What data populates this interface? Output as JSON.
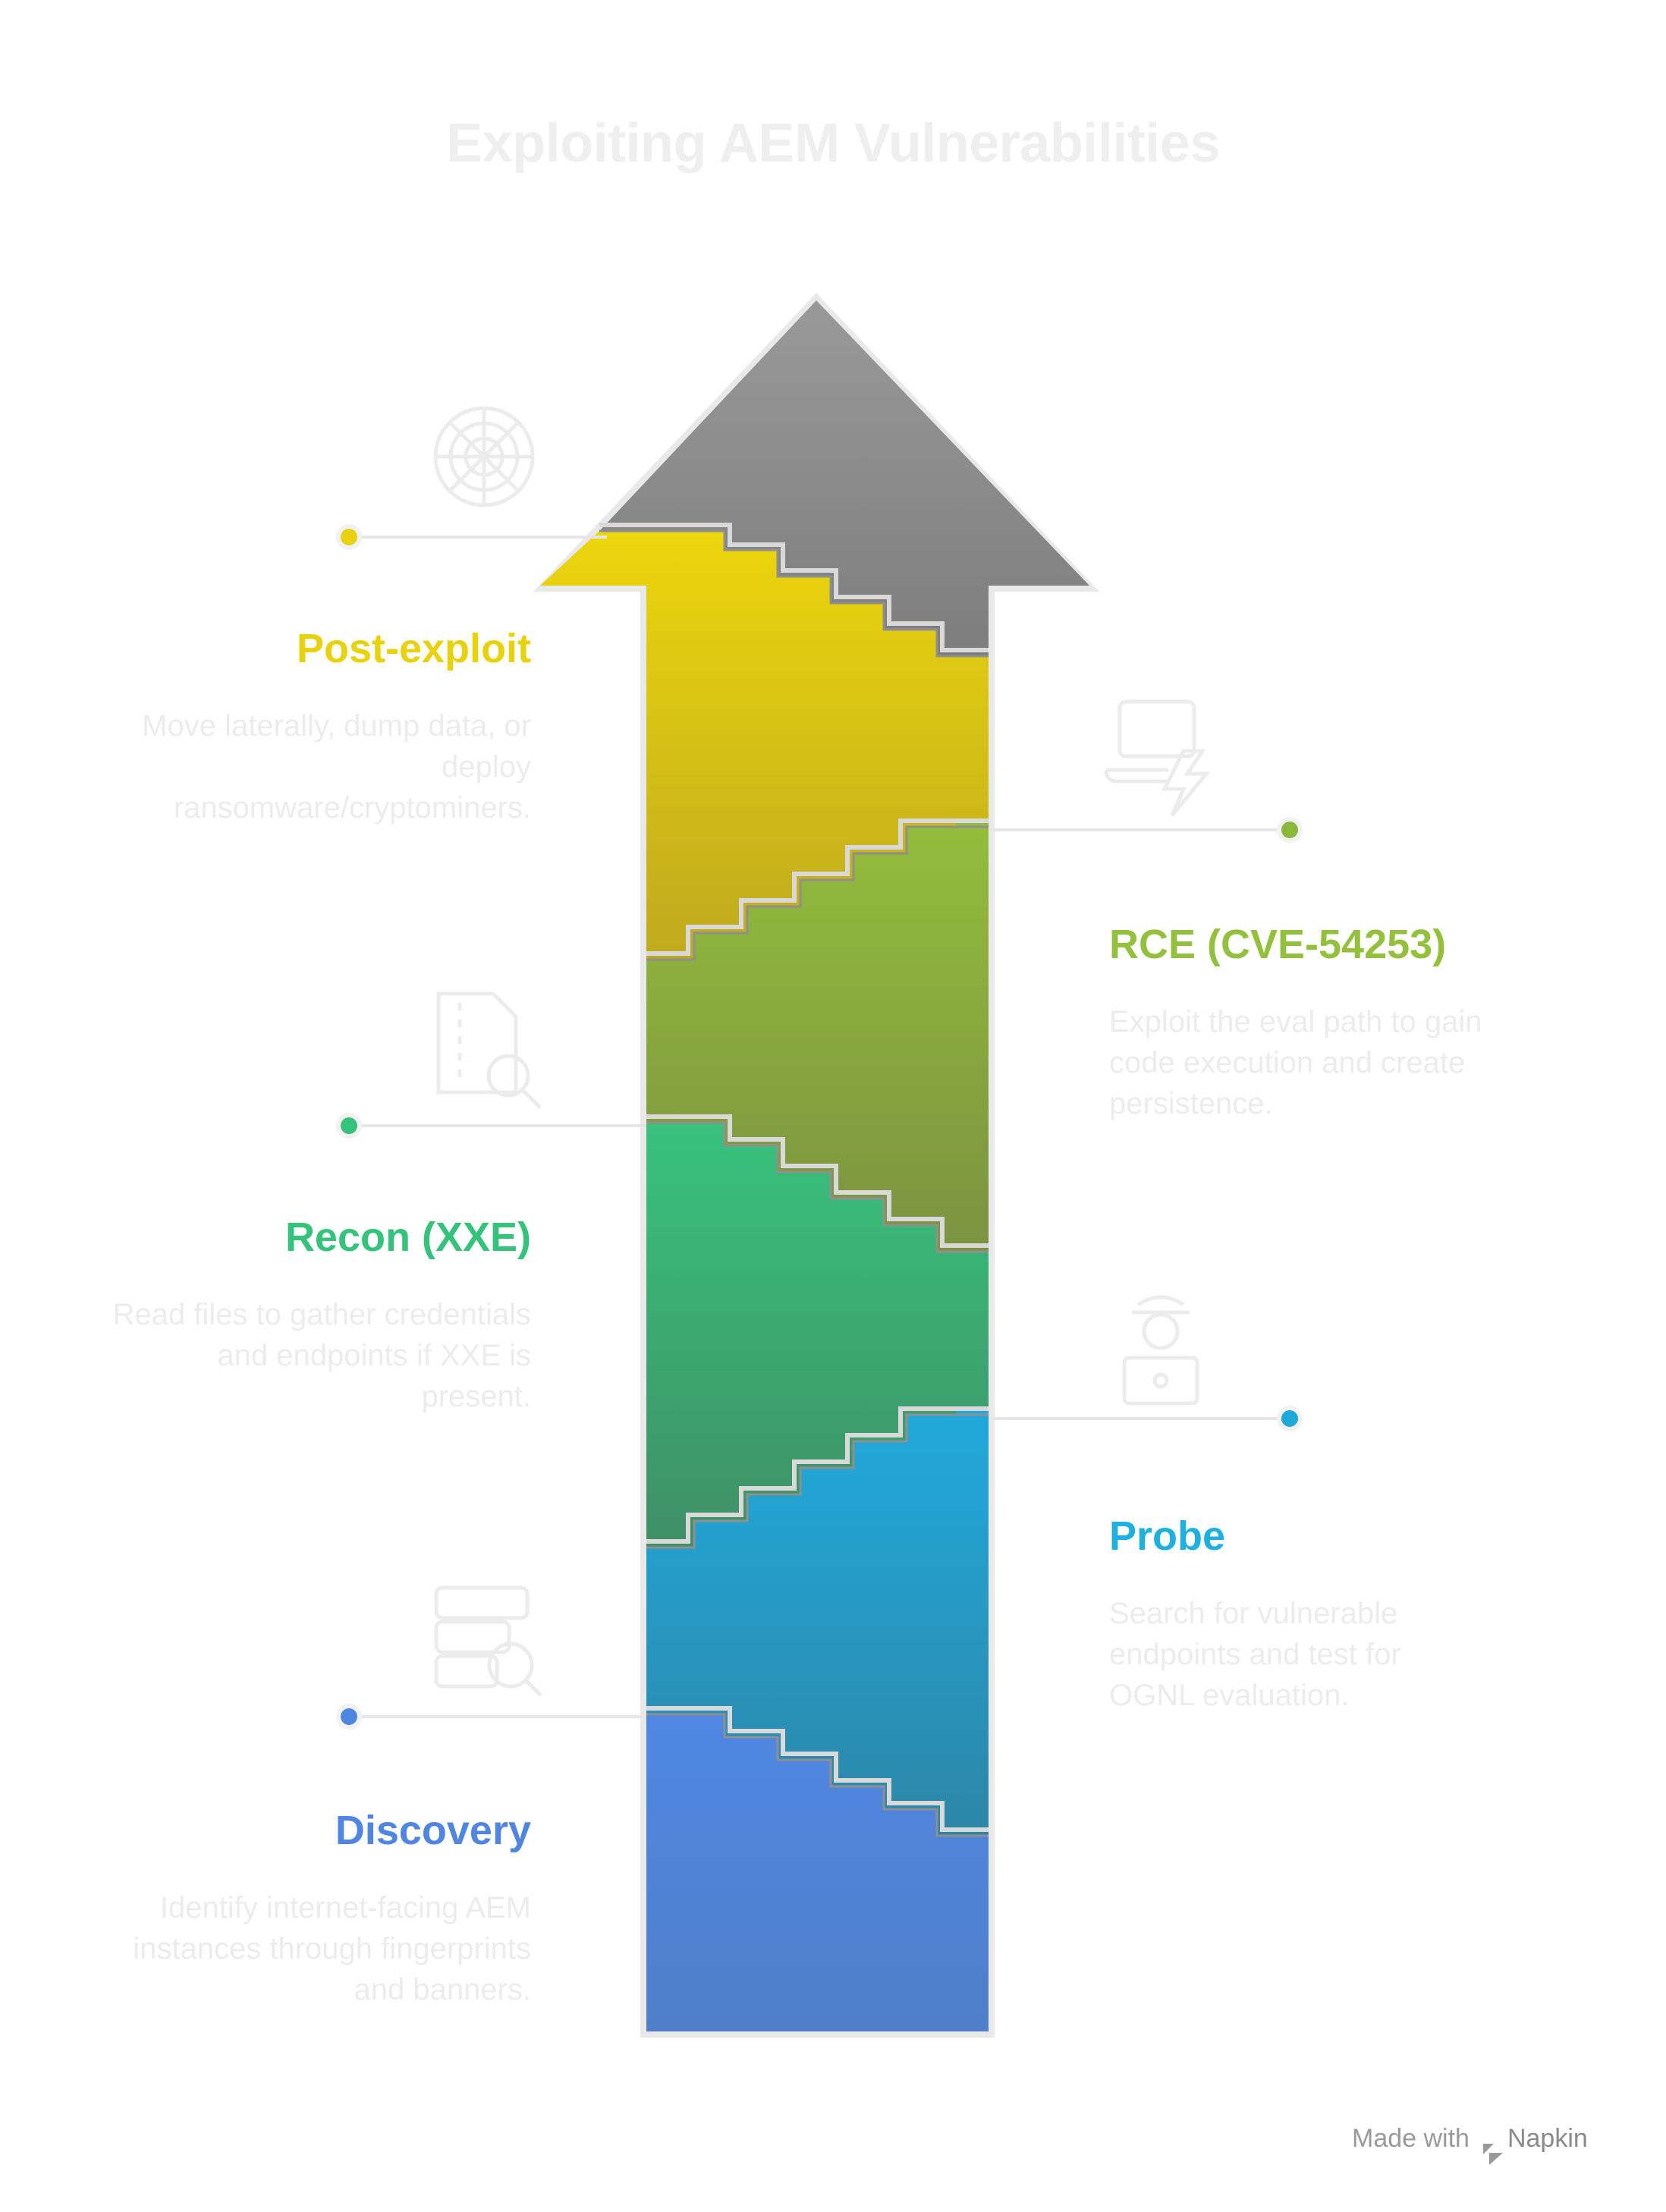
{
  "title": "Exploiting AEM Vulnerabilities",
  "steps": [
    {
      "label": "Post-exploit",
      "description": "Move laterally, dump data, or deploy ransomware/cryptominers.",
      "color": "#e8d20e",
      "icon": "spider-web-icon",
      "side": "left"
    },
    {
      "label": "RCE (CVE-54253)",
      "description": "Exploit the eval path to gain code execution and create persistence.",
      "color": "#93c13d",
      "icon": "laptop-lightning-icon",
      "side": "right"
    },
    {
      "label": "Recon (XXE)",
      "description": "Read files to gather credentials and endpoints if XXE is present.",
      "color": "#35c27a",
      "icon": "document-search-icon",
      "side": "left"
    },
    {
      "label": "Probe",
      "description": "Search for vulnerable endpoints and test for OGNL evaluation.",
      "color": "#1fb0e0",
      "icon": "hacker-laptop-icon",
      "side": "right"
    },
    {
      "label": "Discovery",
      "description": "Identify internet-facing AEM instances through fingerprints and banners.",
      "color": "#4f86e2",
      "icon": "server-search-icon",
      "side": "left"
    }
  ],
  "arrow_head_color": "#8a8a8a",
  "footer": {
    "made_with": "Made with",
    "brand": "Napkin"
  }
}
